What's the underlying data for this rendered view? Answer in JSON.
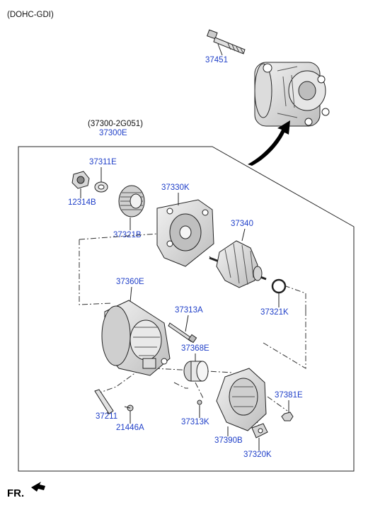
{
  "header": {
    "engine": "(DOHC-GDI)"
  },
  "assembly": {
    "ref": "(37300-2G051)",
    "part": "37300E"
  },
  "parts": {
    "p37451": "37451",
    "p37311E": "37311E",
    "p12314B": "12314B",
    "p37330K": "37330K",
    "p37321B": "37321B",
    "p37340": "37340",
    "p37360E": "37360E",
    "p37313A": "37313A",
    "p37321K": "37321K",
    "p37368E": "37368E",
    "p37381E": "37381E",
    "p37211": "37211",
    "p21446A": "21446A",
    "p37313K": "37313K",
    "p37390B": "37390B",
    "p37320K": "37320K"
  },
  "footer": {
    "direction": "FR."
  },
  "colors": {
    "part_number": "#1e3ec8",
    "text": "#111111",
    "line": "#222222"
  }
}
